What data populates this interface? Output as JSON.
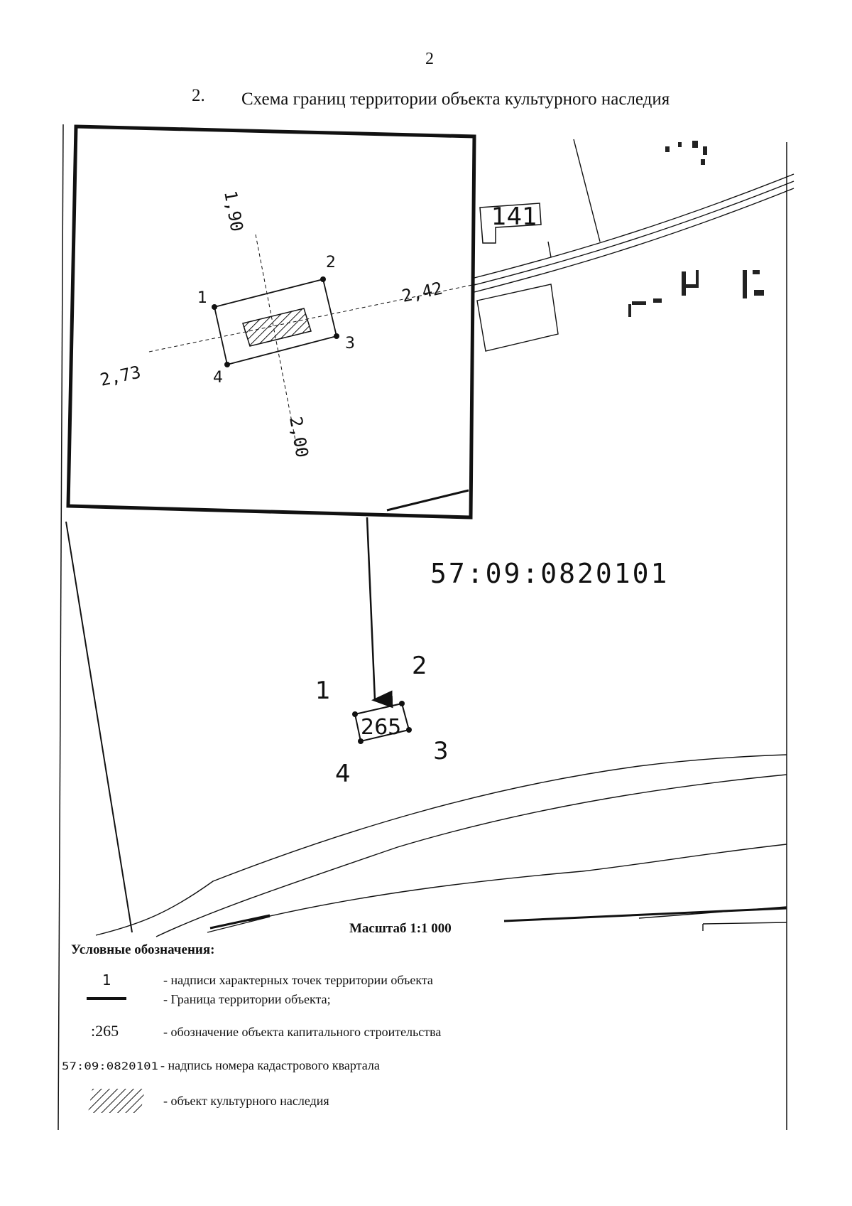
{
  "page_number": "2",
  "title": {
    "number": "2.",
    "text": "Схема границ территории объекта культурного наследия"
  },
  "inset": {
    "dimensions": {
      "top": "1,90",
      "right": "2,42",
      "left": "2,73",
      "bottom": "2,00"
    },
    "points": [
      "1",
      "2",
      "3",
      "4"
    ]
  },
  "map": {
    "parcel_141": "141",
    "cadastral_block": "57:09:0820101",
    "object_id": "265",
    "points": [
      "1",
      "2",
      "3",
      "4"
    ]
  },
  "scale": "Масштаб 1:1 000",
  "legend": {
    "title": "Условные обозначения:",
    "items": [
      {
        "symbol": "1",
        "description": "- надписи характерных точек территории объекта"
      },
      {
        "symbol": "",
        "description": "- Граница территории объекта;"
      },
      {
        "symbol": ":265",
        "description": "- обозначение объекта капитального строительства"
      },
      {
        "symbol": "57:09:0820101",
        "description": "- надпись номера кадастрового квартала"
      },
      {
        "symbol": "",
        "description": "- объект культурного наследия"
      }
    ]
  },
  "colors": {
    "ink": "#111111",
    "paper": "#ffffff"
  }
}
